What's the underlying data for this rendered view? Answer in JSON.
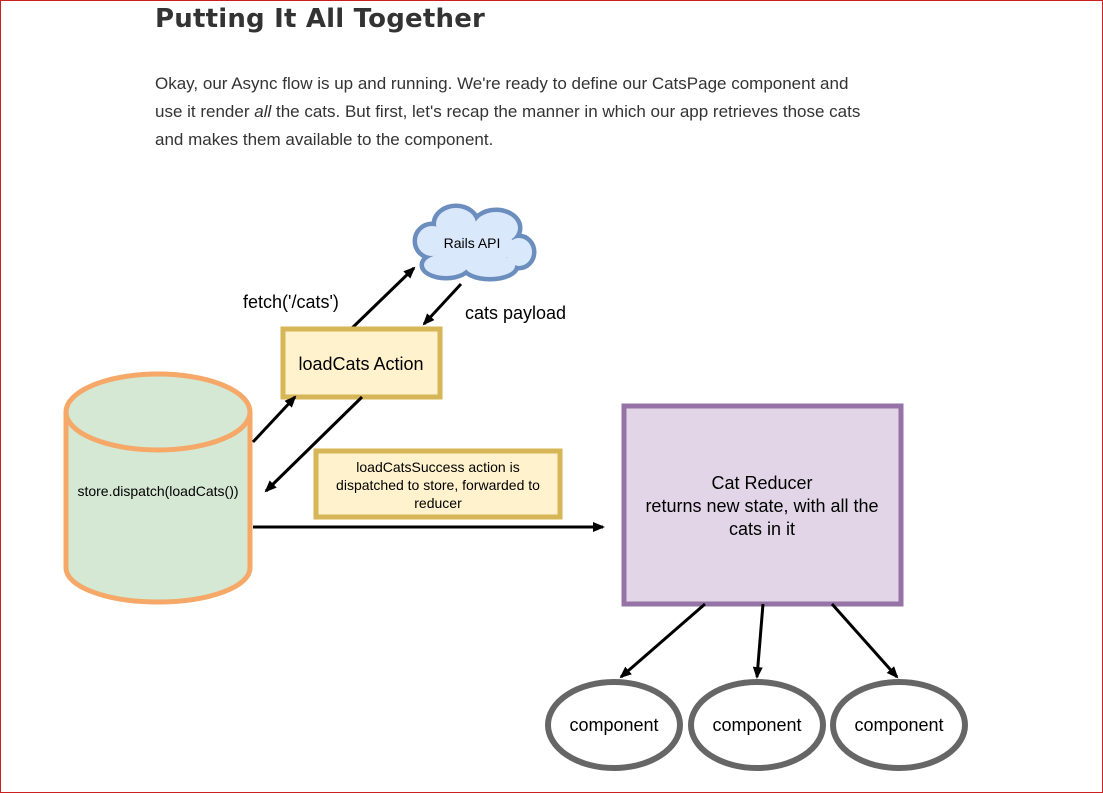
{
  "article": {
    "title": "Putting It All Together",
    "intro_part1": "Okay, our Async flow is up and running. We're ready to define our CatsPage component and use it render ",
    "intro_emphasis": "all",
    "intro_part2": " the cats. But first, let's recap the manner in which our app retrieves those cats and makes them available to the component."
  },
  "diagram": {
    "cloud_label": "Rails API",
    "fetch_label": "fetch('/cats')",
    "payload_label": "cats payload",
    "action_label": "loadCats Action",
    "store_label": "store.dispatch(loadCats())",
    "success_note": [
      "loadCatsSuccess action is",
      "dispatched to store, forwarded to",
      "reducer"
    ],
    "reducer_lines": [
      "Cat Reducer",
      "returns new state, with all the",
      "cats in it"
    ],
    "components": [
      "component",
      "component",
      "component"
    ],
    "colors": {
      "cloud_fill": "#dae8fc",
      "cloud_stroke": "#6c8ebf",
      "action_fill": "#fff2cc",
      "action_stroke": "#d6b656",
      "store_fill": "#d5e8d4",
      "store_stroke": "#f5a867",
      "reducer_fill": "#e1d5e7",
      "reducer_stroke": "#9673a6",
      "component_stroke": "#666666",
      "frame_border": "#cc1f1f"
    }
  }
}
